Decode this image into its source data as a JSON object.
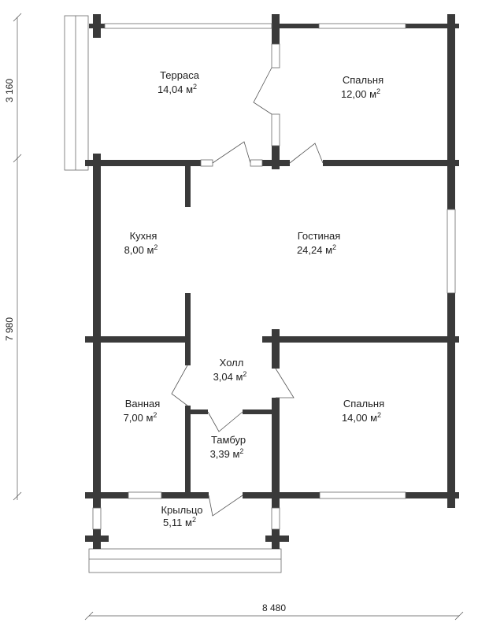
{
  "rooms": {
    "terrace": {
      "name": "Терраса",
      "area": "14,04 м",
      "sup": "2"
    },
    "bedroom1": {
      "name": "Спальня",
      "area": "12,00 м",
      "sup": "2"
    },
    "kitchen": {
      "name": "Кухня",
      "area": "8,00 м",
      "sup": "2"
    },
    "living": {
      "name": "Гостиная",
      "area": "24,24 м",
      "sup": "2"
    },
    "hall": {
      "name": "Холл",
      "area": "3,04 м",
      "sup": "2"
    },
    "bathroom": {
      "name": "Ванная",
      "area": "7,00 м",
      "sup": "2"
    },
    "bedroom2": {
      "name": "Спальня",
      "area": "14,00 м",
      "sup": "2"
    },
    "vestibule": {
      "name": "Тамбур",
      "area": "3,39 м",
      "sup": "2"
    },
    "porch": {
      "name": "Крыльцо",
      "area": "5,11 м",
      "sup": "2"
    }
  },
  "dimensions": {
    "top_left": "3 160",
    "left": "7 980",
    "bottom": "8 480"
  }
}
